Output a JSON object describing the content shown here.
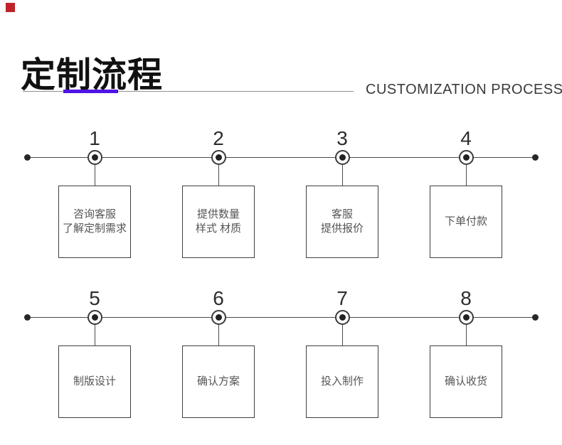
{
  "header": {
    "title": "定制流程",
    "subtitle": "CUSTOMIZATION PROCESS"
  },
  "decor": {
    "red_marker_color": "#bf2329",
    "accent_bar_color": "#5014e4",
    "line_color": "#4b4b4b"
  },
  "steps": [
    {
      "number": "1",
      "line1": "咨询客服",
      "line2": "了解定制需求"
    },
    {
      "number": "2",
      "line1": "提供数量",
      "line2": "样式 材质"
    },
    {
      "number": "3",
      "line1": "客服",
      "line2": "提供报价"
    },
    {
      "number": "4",
      "line1": "下单付款",
      "line2": ""
    },
    {
      "number": "5",
      "line1": "制版设计",
      "line2": ""
    },
    {
      "number": "6",
      "line1": "确认方案",
      "line2": ""
    },
    {
      "number": "7",
      "line1": "投入制作",
      "line2": ""
    },
    {
      "number": "8",
      "line1": "确认收货",
      "line2": ""
    }
  ]
}
